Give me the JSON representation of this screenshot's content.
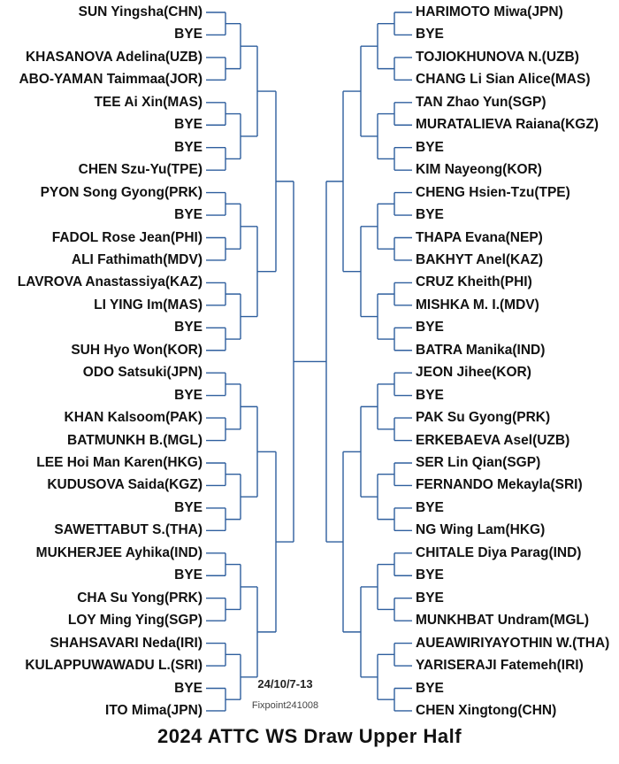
{
  "title": "2024 ATTC WS Draw Upper Half",
  "date_label": "24/10/7-13",
  "credit": "Fixpoint241008",
  "line_color": "#2f5f9e",
  "left_players": [
    "SUN Yingsha(CHN)",
    "BYE",
    "KHASANOVA Adelina(UZB)",
    "ABO-YAMAN Taimmaa(JOR)",
    "TEE Ai Xin(MAS)",
    "BYE",
    "BYE",
    "CHEN Szu-Yu(TPE)",
    "PYON Song Gyong(PRK)",
    "BYE",
    "FADOL Rose Jean(PHI)",
    "ALI Fathimath(MDV)",
    "LAVROVA Anastassiya(KAZ)",
    "LI YING Im(MAS)",
    "BYE",
    "SUH Hyo Won(KOR)",
    "ODO Satsuki(JPN)",
    "BYE",
    "KHAN Kalsoom(PAK)",
    "BATMUNKH B.(MGL)",
    "LEE Hoi Man Karen(HKG)",
    "KUDUSOVA Saida(KGZ)",
    "BYE",
    "SAWETTABUT S.(THA)",
    "MUKHERJEE Ayhika(IND)",
    "BYE",
    "CHA Su Yong(PRK)",
    "LOY Ming Ying(SGP)",
    "SHAHSAVARI Neda(IRI)",
    "KULAPPUWAWADU L.(SRI)",
    "BYE",
    "ITO Mima(JPN)"
  ],
  "right_players": [
    "HARIMOTO Miwa(JPN)",
    "BYE",
    "TOJIOKHUNOVA N.(UZB)",
    "CHANG Li Sian Alice(MAS)",
    "TAN Zhao Yun(SGP)",
    "MURATALIEVA Raiana(KGZ)",
    "BYE",
    "KIM Nayeong(KOR)",
    "CHENG Hsien-Tzu(TPE)",
    "BYE",
    "THAPA Evana(NEP)",
    "BAKHYT Anel(KAZ)",
    "CRUZ Kheith(PHI)",
    "MISHKA M. I.(MDV)",
    "BYE",
    "BATRA Manika(IND)",
    "JEON Jihee(KOR)",
    "BYE",
    "PAK Su Gyong(PRK)",
    "ERKEBAEVA Asel(UZB)",
    "SER Lin Qian(SGP)",
    "FERNANDO Mekayla(SRI)",
    "BYE",
    "NG Wing Lam(HKG)",
    "CHITALE Diya Parag(IND)",
    "BYE",
    "BYE",
    "MUNKHBAT Undram(MGL)",
    "AUEAWIRIYAYOTHIN W.(THA)",
    "YARISERAJI Fatemeh(IRI)",
    "BYE",
    "CHEN Xingtong(CHN)"
  ]
}
